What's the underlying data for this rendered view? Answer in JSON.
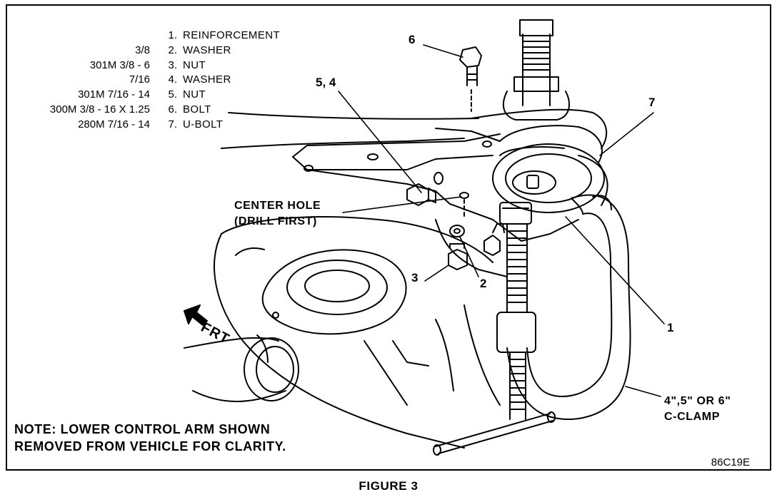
{
  "legend": [
    {
      "spec": "",
      "num": "1.",
      "name": "REINFORCEMENT"
    },
    {
      "spec": "3/8",
      "num": "2.",
      "name": "WASHER"
    },
    {
      "spec": "301M 3/8 - 6",
      "num": "3.",
      "name": "NUT"
    },
    {
      "spec": "7/16",
      "num": "4.",
      "name": "WASHER"
    },
    {
      "spec": "301M 7/16 - 14",
      "num": "5.",
      "name": "NUT"
    },
    {
      "spec": "300M 3/8 - 16 X 1.25",
      "num": "6.",
      "name": "BOLT"
    },
    {
      "spec": "280M 7/16 - 14",
      "num": "7.",
      "name": "U-BOLT"
    }
  ],
  "callouts": {
    "c1": "1",
    "c2": "2",
    "c3": "3",
    "c54": "5, 4",
    "c6": "6",
    "c7": "7"
  },
  "labels": {
    "center_hole_line1": "CENTER HOLE",
    "center_hole_line2": "(DRILL FIRST)",
    "clamp_line1": "4\",5\" OR 6\"",
    "clamp_line2": "C-CLAMP",
    "frt": "FRT"
  },
  "note": {
    "line1": "NOTE: LOWER CONTROL ARM SHOWN",
    "line2": "REMOVED FROM VEHICLE FOR CLARITY."
  },
  "figure_code": "86C19E",
  "caption": "FIGURE 3",
  "icons": {
    "frt_arrow": "arrow-up-left-icon"
  }
}
